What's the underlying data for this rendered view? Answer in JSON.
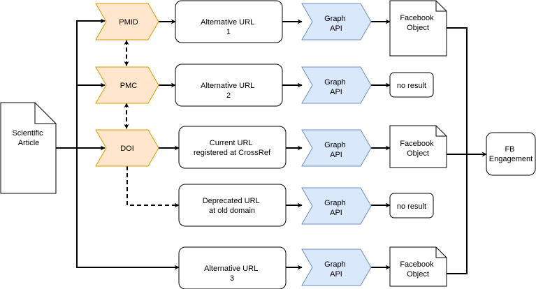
{
  "colors": {
    "id_fill": "#ffe6cc",
    "id_stroke": "#d79b00",
    "api_fill": "#dae8fc",
    "api_stroke": "#6c8ebf",
    "line": "#000000",
    "box_fill": "#ffffff"
  },
  "nodes": {
    "article": [
      "Scientific",
      "Article"
    ],
    "pmid": "PMID",
    "pmc": "PMC",
    "doi": "DOI",
    "url_alt1": [
      "Alternative URL",
      "1"
    ],
    "url_alt2": [
      "Alternative URL",
      "2"
    ],
    "url_current": [
      "Current URL",
      "registered at CrossRef"
    ],
    "url_deprecated": [
      "Deprecated URL",
      "at old domain"
    ],
    "url_alt3": [
      "Alternative URL",
      "3"
    ],
    "api": [
      "Graph",
      "API"
    ],
    "fb_object": [
      "Facebook",
      "Object"
    ],
    "no_result": "no result",
    "fb_engagement": [
      "FB",
      "Engagement"
    ]
  }
}
